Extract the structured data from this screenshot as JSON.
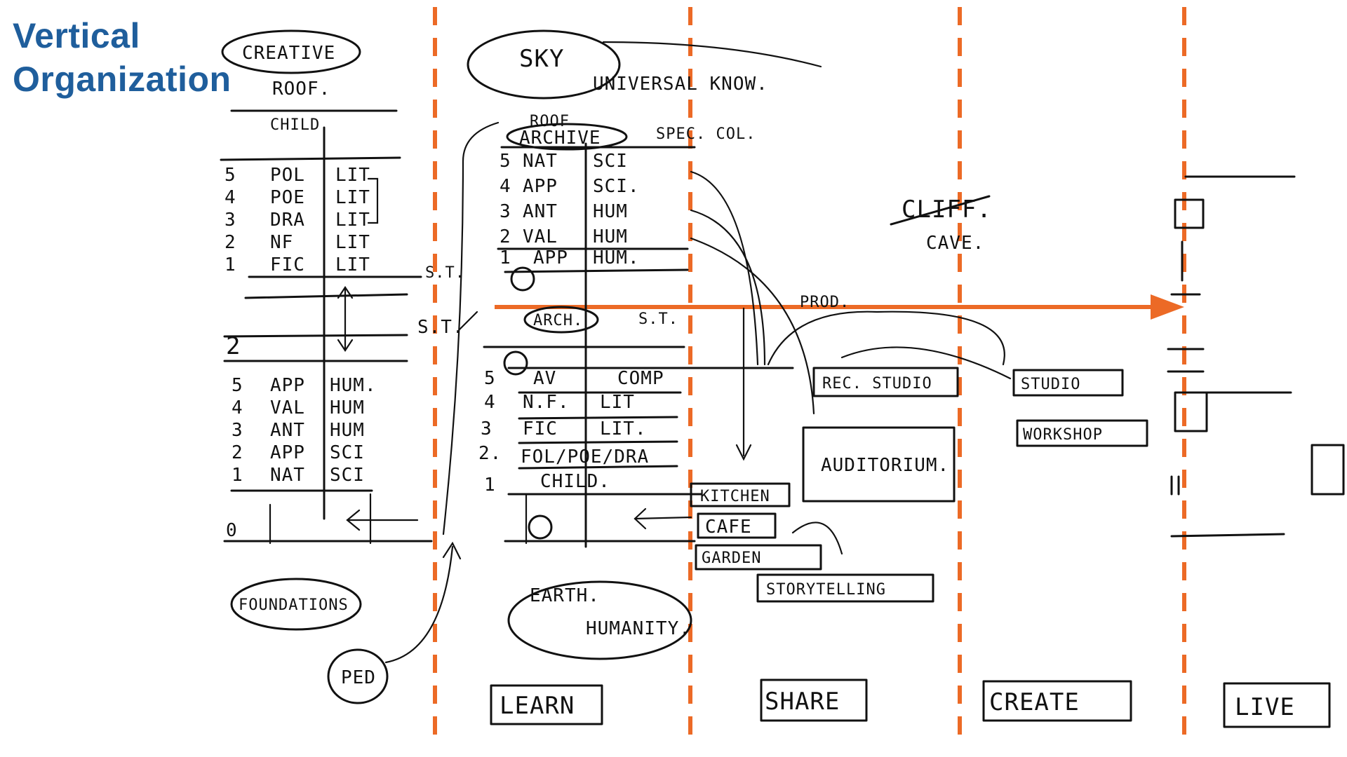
{
  "title": {
    "line1": "Vertical",
    "line2": "Organization"
  },
  "colors": {
    "title": "#1f5e9c",
    "accent": "#ec6a26",
    "ink": "#111111"
  },
  "zones": [
    "LEARN",
    "SHARE",
    "CREATE",
    "LIVE"
  ],
  "left_stack": {
    "top_label": "CREATIVE",
    "roof": "ROOF.",
    "child": "CHILD",
    "upper_rows": [
      {
        "n": "5",
        "a": "POL",
        "b": "LIT"
      },
      {
        "n": "4",
        "a": "POE",
        "b": "LIT"
      },
      {
        "n": "3",
        "a": "DRA",
        "b": "LIT"
      },
      {
        "n": "2",
        "a": "NF",
        "b": "LIT"
      },
      {
        "n": "1",
        "a": "FIC",
        "b": "LIT"
      }
    ],
    "st_label": "S.T.",
    "lower_rows": [
      {
        "n": "5",
        "a": "APP",
        "b": "HUM."
      },
      {
        "n": "4",
        "a": "VAL",
        "b": "HUM"
      },
      {
        "n": "3",
        "a": "ANT",
        "b": "HUM"
      },
      {
        "n": "2",
        "a": "APP",
        "b": "SCI"
      },
      {
        "n": "1",
        "a": "NAT",
        "b": "SCI"
      }
    ],
    "zero": "0",
    "foundations": "FOUNDATIONS",
    "ped": "PED"
  },
  "center_stack": {
    "sky": "SKY",
    "universal": "UNIVERSAL KNOW.",
    "roof": "ROOF",
    "archive": "ARCHIVE",
    "spec_col": "SPEC. COL.",
    "upper_rows": [
      {
        "n": "5",
        "a": "NAT",
        "b": "SCI"
      },
      {
        "n": "4",
        "a": "APP",
        "b": "SCI."
      },
      {
        "n": "3",
        "a": "ANT",
        "b": "HUM"
      },
      {
        "n": "2",
        "a": "VAL",
        "b": "HUM"
      },
      {
        "n": "1",
        "a": "APP",
        "b": "HUM."
      }
    ],
    "st_left": "S.T.",
    "arch": "ARCH.",
    "st_right": "S.T.",
    "lower_rows": [
      {
        "n": "5",
        "a": "AV",
        "b": "COMP"
      },
      {
        "n": "4",
        "a": "N.F.",
        "b": "LIT"
      },
      {
        "n": "3",
        "a": "FIC",
        "b": "LIT."
      },
      {
        "n": "2.",
        "a": "FOL/POE/DRA",
        "b": ""
      },
      {
        "n": "1",
        "a": "CHILD.",
        "b": ""
      }
    ],
    "earth": "EARTH.",
    "humanity": "HUMANITY."
  },
  "share_zone": {
    "prod": "PROD.",
    "rec_studio": "REC. STUDIO",
    "auditorium": "AUDITORIUM.",
    "kitchen": "KITCHEN",
    "cafe": "CAFE",
    "garden": "GARDEN",
    "storytelling": "STORYTELLING"
  },
  "create_zone": {
    "cliff": "CLIFF.",
    "cave": "CAVE.",
    "studio": "STUDIO",
    "workshop": "WORKSHOP"
  }
}
